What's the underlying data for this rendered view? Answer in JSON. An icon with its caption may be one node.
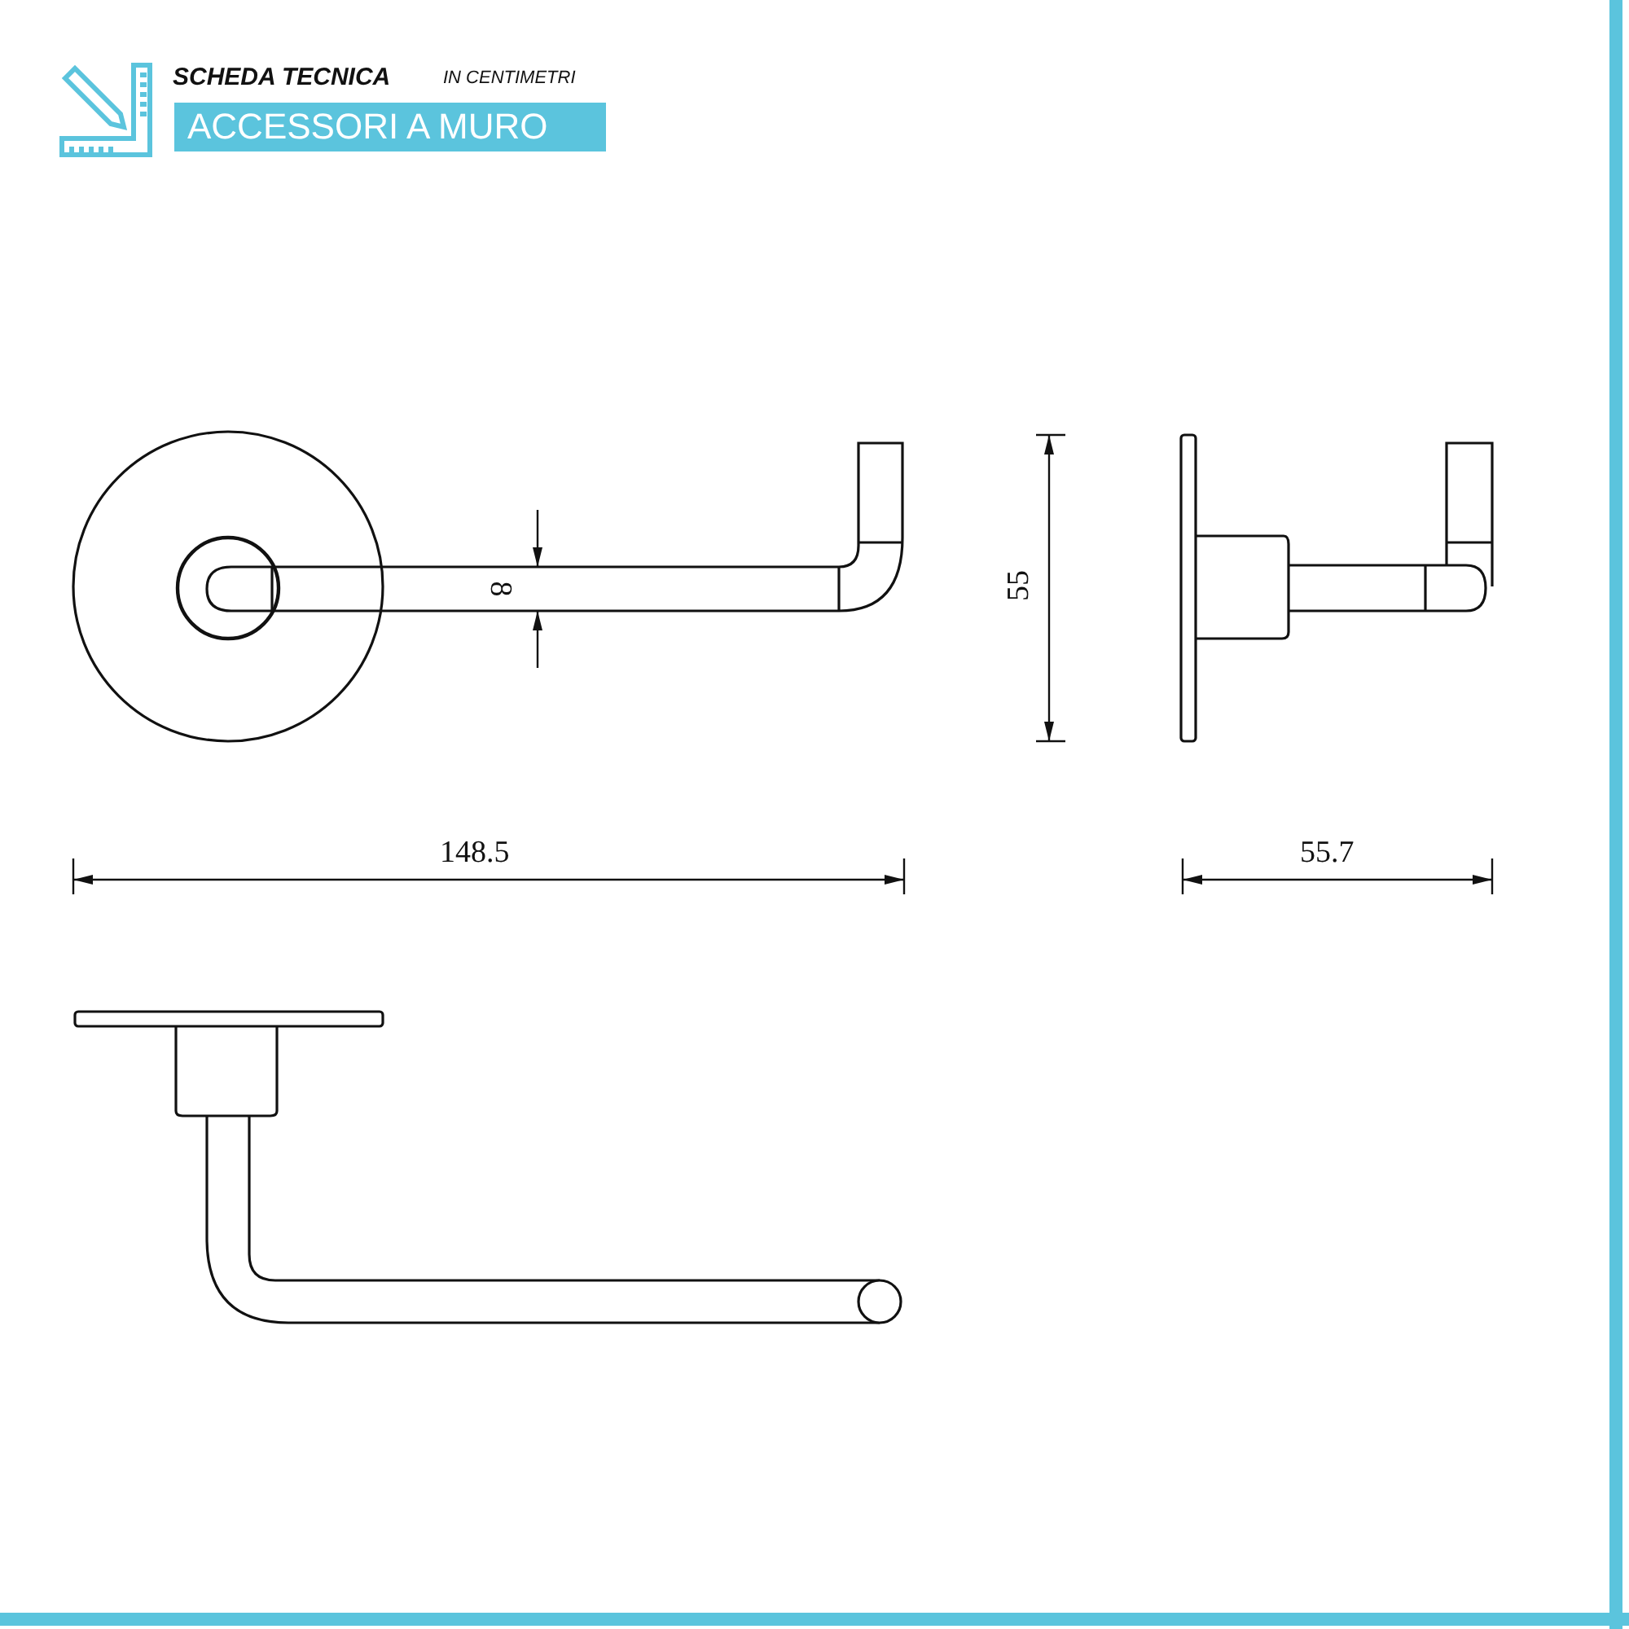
{
  "diagram": {
    "labels": [
      "SCHEDA TECNICA",
      "IN CENTIMETRI",
      "ACCESSORI A MURO",
      "8",
      "55",
      "148.5",
      "55.7"
    ]
  }
}
